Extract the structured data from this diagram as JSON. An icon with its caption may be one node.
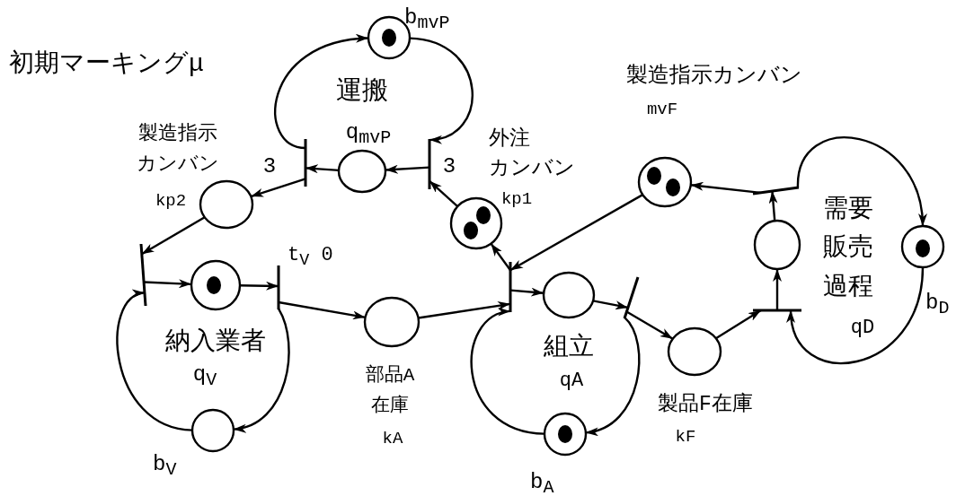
{
  "diagram": {
    "title": "初期マーキングμ",
    "nodes": [
      {
        "text": [],
        "shape": "circle",
        "beside": [
          "b$_{mvP}$"
        ]
      },
      {
        "text": [],
        "shape": "bar"
      },
      {
        "text": [],
        "shape": "circle"
      },
      {
        "text": [],
        "shape": "bar"
      },
      {
        "text": [],
        "shape": "circle",
        "beside": [
          "製造指示カンバン",
          "kp2"
        ]
      },
      {
        "text": [],
        "shape": "circle",
        "beside": [
          "外注カンバン",
          "kp1"
        ]
      },
      {
        "text": [],
        "shape": "circle",
        "beside": [
          "製造指示カンバン",
          "mvF"
        ]
      },
      {
        "text": [],
        "shape": "bar"
      },
      {
        "text": [],
        "shape": "circle"
      },
      {
        "text": [],
        "shape": "bar",
        "beside": [
          "t$_{V}$ 0"
        ]
      },
      {
        "text": [],
        "shape": "circle",
        "beside": [
          "部品A在庫",
          "kA"
        ]
      },
      {
        "text": [],
        "shape": "bar"
      },
      {
        "text": [],
        "shape": "circle"
      },
      {
        "text": [],
        "shape": "bar"
      },
      {
        "text": [],
        "shape": "circle",
        "beside": [
          "製品F在庫",
          "kF"
        ]
      },
      {
        "text": [],
        "shape": "bar"
      },
      {
        "text": [],
        "shape": "circle"
      },
      {
        "text": [],
        "shape": "bar"
      },
      {
        "text": [],
        "shape": "circle",
        "beside": [
          "b$_{D}$"
        ]
      },
      {
        "text": [],
        "shape": "circle",
        "beside": [
          "b$_{V}$"
        ]
      },
      {
        "text": [],
        "shape": "circle",
        "beside": [
          "b$_{A}$"
        ]
      }
    ],
    "edges": [
      {
        "from": 1,
        "to": 0,
        "arrow": "to"
      },
      {
        "from": 0,
        "to": 3,
        "arrow": "to"
      },
      {
        "from": 3,
        "to": 2,
        "arrow": "to"
      },
      {
        "from": 2,
        "to": 1,
        "arrow": "to"
      },
      {
        "from": 1,
        "to": 4,
        "arrow": "to",
        "label": "3"
      },
      {
        "from": 5,
        "to": 3,
        "arrow": "to",
        "label": "3"
      },
      {
        "from": 4,
        "to": 7,
        "arrow": "to"
      },
      {
        "from": 7,
        "to": 8,
        "arrow": "to"
      },
      {
        "from": 19,
        "to": 7,
        "arrow": "to"
      },
      {
        "from": 8,
        "to": 9,
        "arrow": "to"
      },
      {
        "from": 9,
        "to": 19,
        "arrow": "to"
      },
      {
        "from": 9,
        "to": 10,
        "arrow": "to"
      },
      {
        "from": 10,
        "to": 11,
        "arrow": "to"
      },
      {
        "from": 11,
        "to": 5,
        "arrow": "to"
      },
      {
        "from": 6,
        "to": 11,
        "arrow": "to"
      },
      {
        "from": 20,
        "to": 11,
        "arrow": "to"
      },
      {
        "from": 11,
        "to": 12,
        "arrow": "to"
      },
      {
        "from": 12,
        "to": 13,
        "arrow": "to"
      },
      {
        "from": 13,
        "to": 14,
        "arrow": "to"
      },
      {
        "from": 13,
        "to": 20,
        "arrow": "to"
      },
      {
        "from": 14,
        "to": 17,
        "arrow": "to"
      },
      {
        "from": 18,
        "to": 17,
        "arrow": "to"
      },
      {
        "from": 17,
        "to": 16,
        "arrow": "to"
      },
      {
        "from": 16,
        "to": 15,
        "arrow": "to"
      },
      {
        "from": 15,
        "to": 6,
        "arrow": "to"
      },
      {
        "from": 15,
        "to": 18,
        "arrow": "to"
      }
    ],
    "labels": [
      "運搬",
      "q$_{mvP}$",
      "需要販売過程",
      "納入業者",
      "q$_{V}$",
      "組立",
      "qA",
      "qD"
    ]
  }
}
